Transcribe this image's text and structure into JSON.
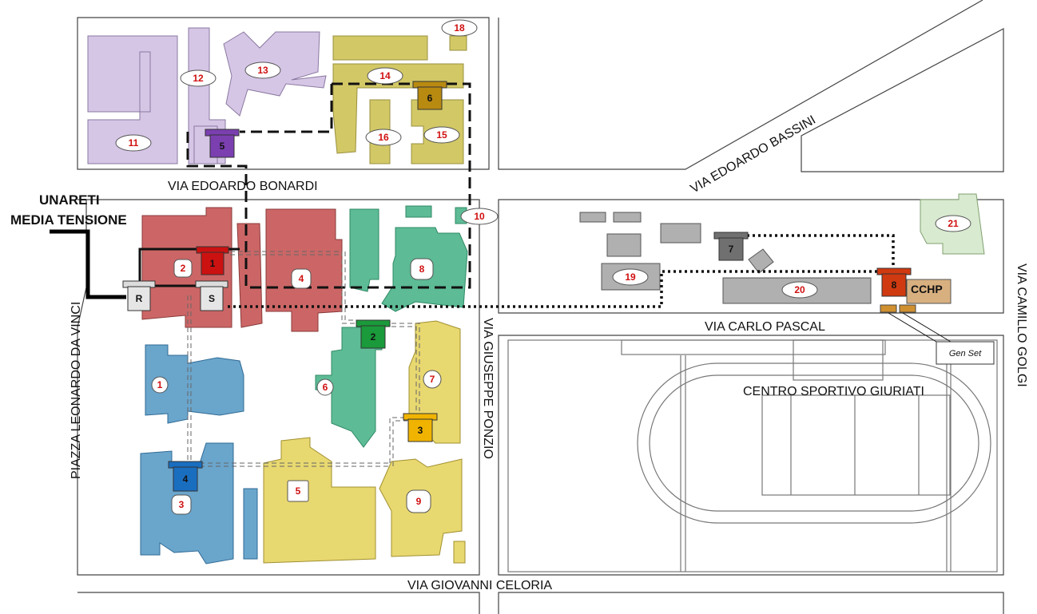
{
  "map": {
    "streets": {
      "top_left": "VIA EDOARDO BONARDI",
      "diagonal": "VIA EDOARDO BASSINI",
      "left_vertical": "PIAZZA LEONARDO DA VINCI",
      "middle_vertical": "VIA GIUSEPPE PONZIO",
      "right_vertical": "VIA CAMILLO GOLGI",
      "horizontal_mid": "VIA CARLO PASCAL",
      "bottom": "VIA GIOVANNI CELORIA"
    },
    "power_source": [
      "UNARETI",
      "MEDIA TENSIONE"
    ],
    "sport_center": "CENTRO SPORTIVO GIURIATI",
    "gen_set": "Gen Set",
    "cchp": "CCHP",
    "boxes": {
      "r": "R",
      "s": "S"
    },
    "buildings": [
      "1",
      "2",
      "3",
      "4",
      "5",
      "6",
      "7",
      "8",
      "9",
      "10",
      "11",
      "12",
      "13",
      "14",
      "15",
      "16",
      "18",
      "19",
      "20",
      "21"
    ],
    "substations": [
      "1",
      "2",
      "3",
      "4",
      "5",
      "6",
      "7",
      "8"
    ],
    "colors": {
      "lilac": "#d6c6e6",
      "red": "#cc6666",
      "teal": "#5dbb95",
      "yellow": "#e8d870",
      "olive": "#d2c866",
      "blue": "#6aa5cc",
      "grey": "#b0b0b0",
      "green_light": "#cfe6c0",
      "sub1": "#cc1111",
      "sub2": "#1a9a3a",
      "sub3": "#f0b400",
      "sub4": "#1a6ec0",
      "sub5": "#7b3fb0",
      "sub6": "#b88a10",
      "sub7": "#707070",
      "sub8": "#d03a10"
    }
  }
}
